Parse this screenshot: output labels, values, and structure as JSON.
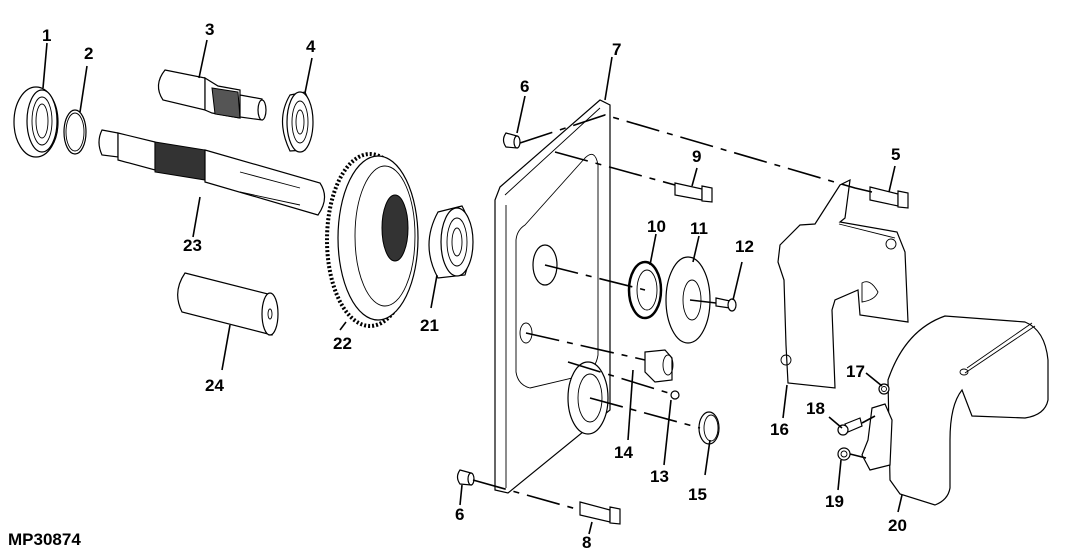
{
  "figure_id": "MP30874",
  "diagram_type": "exploded parts view",
  "callouts": [
    {
      "number": "1",
      "part": "ball-bearing"
    },
    {
      "number": "2",
      "part": "snap-ring"
    },
    {
      "number": "3",
      "part": "pinion-shaft"
    },
    {
      "number": "4",
      "part": "ball-bearing"
    },
    {
      "number": "5",
      "part": "cap-screw"
    },
    {
      "number": "6",
      "part": "dowel-pin-upper"
    },
    {
      "number": "6",
      "part": "dowel-pin-lower"
    },
    {
      "number": "7",
      "part": "housing-cover"
    },
    {
      "number": "8",
      "part": "cap-screw"
    },
    {
      "number": "9",
      "part": "cap-screw"
    },
    {
      "number": "10",
      "part": "oil-seal"
    },
    {
      "number": "11",
      "part": "retainer-plate"
    },
    {
      "number": "12",
      "part": "screw"
    },
    {
      "number": "13",
      "part": "ball"
    },
    {
      "number": "14",
      "part": "plug"
    },
    {
      "number": "15",
      "part": "o-ring"
    },
    {
      "number": "16",
      "part": "shield-bracket"
    },
    {
      "number": "17",
      "part": "nut"
    },
    {
      "number": "18",
      "part": "screw"
    },
    {
      "number": "19",
      "part": "screw"
    },
    {
      "number": "20",
      "part": "shield"
    },
    {
      "number": "21",
      "part": "ball-bearing"
    },
    {
      "number": "22",
      "part": "gear"
    },
    {
      "number": "23",
      "part": "output-shaft"
    },
    {
      "number": "24",
      "part": "spacer"
    }
  ]
}
